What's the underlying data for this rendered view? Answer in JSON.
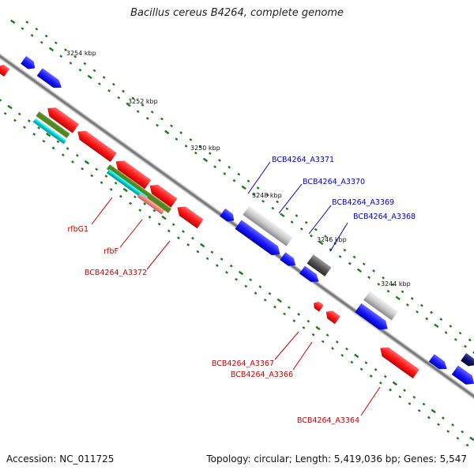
{
  "title": "Bacillus cereus B4264, complete genome",
  "footer": {
    "accession": "Accession: NC_011725",
    "summary": "Topology: circular; Length: 5,419,036 bp; Genes: 5,547"
  },
  "scale_labels": [
    "3254 kbp",
    "3252 kbp",
    "3250 kbp",
    "3248 kbp",
    "3246 kbp",
    "3244 kbp"
  ],
  "gene_labels": {
    "forward": [
      "BCB4264_A3371",
      "BCB4264_A3370",
      "BCB4264_A3369",
      "BCB4264_A3368"
    ],
    "reverse": [
      "rfbG1",
      "rfbF",
      "BCB4264_A3372",
      "BCB4264_A3367",
      "BCB4264_A3366",
      "BCB4264_A3364"
    ]
  },
  "colors": {
    "forward_label": "#0000cc",
    "reverse_label": "#cc0000",
    "forward_gene": "#1a1aff",
    "reverse_gene": "#ff1a1a",
    "backbone": "#808080",
    "tick": "#1b7a1b"
  }
}
